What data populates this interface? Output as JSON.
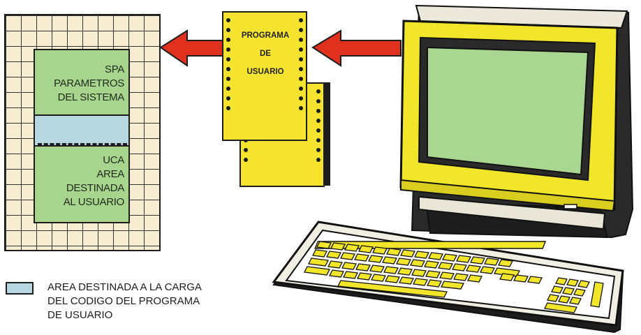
{
  "memory": {
    "spa_lines": [
      "SPA",
      "PARAMETROS",
      "DEL SISTEMA"
    ],
    "uca_lines": [
      "UCA",
      "AREA",
      "DESTINADA",
      "AL  USUARIO"
    ]
  },
  "program_sheet": {
    "lines": [
      "PROGRAMA",
      "DE",
      "USUARIO"
    ]
  },
  "legend": {
    "lines": [
      "AREA DESTINADA A LA CARGA",
      "DEL CODIGO DEL  PROGRAMA",
      "DE USUARIO"
    ]
  },
  "colors": {
    "memory_area": "#a8d58e",
    "reserved_area": "#b7d8e0",
    "grid": "#f6edd2",
    "paper": "#f6e430",
    "arrow": "#e0301e",
    "monitor_frame": "#f2e62a",
    "screen": "#a9d690"
  }
}
